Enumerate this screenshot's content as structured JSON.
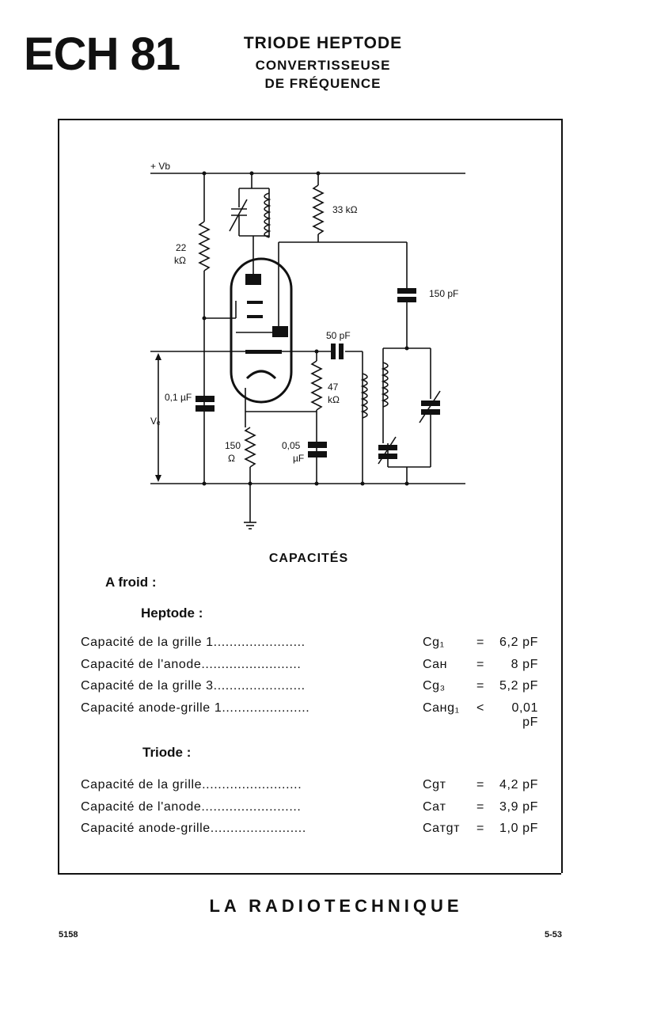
{
  "header": {
    "tube_code": "ECH 81",
    "title_line1": "TRIODE HEPTODE",
    "title_line2": "CONVERTISSEUSE",
    "title_line3": "DE FRÉQUENCE"
  },
  "schematic": {
    "supply_label": "+ Vb",
    "r1_value": "33 kΩ",
    "r2_value_line1": "22",
    "r2_value_line2": "kΩ",
    "c1_value": "150 pF",
    "c2_value": "50 pF",
    "c3_value": "0,1 µF",
    "r3_value_line1": "47",
    "r3_value_line2": "kΩ",
    "r4_value_line1": "150",
    "r4_value_line2": "Ω",
    "c4_value_line1": "0,05",
    "c4_value_line2": "µF",
    "voltage_label": "Vₑ"
  },
  "capacities": {
    "section_title": "CAPACITÉS",
    "cold_label": "A froid :",
    "heptode": {
      "title": "Heptode :",
      "rows": [
        {
          "label": "Capacité de la grille 1.......................",
          "symbol": "Cg₁",
          "op": "=",
          "value": "6,2 pF"
        },
        {
          "label": "Capacité de l'anode.........................",
          "symbol": "Caʜ",
          "op": "=",
          "value": "8 pF"
        },
        {
          "label": "Capacité de la grille 3.......................",
          "symbol": "Cg₃",
          "op": "=",
          "value": "5,2 pF"
        },
        {
          "label": "Capacité anode-grille 1......................",
          "symbol": "Caʜg₁",
          "op": "<",
          "value": "0,01 pF"
        }
      ]
    },
    "triode": {
      "title": "Triode :",
      "rows": [
        {
          "label": "Capacité de la grille.........................",
          "symbol": "Cgᴛ",
          "op": "=",
          "value": "4,2 pF"
        },
        {
          "label": "Capacité de l'anode.........................",
          "symbol": "Caᴛ",
          "op": "=",
          "value": "3,9 pF"
        },
        {
          "label": "Capacité anode-grille........................",
          "symbol": "Caᴛgᴛ",
          "op": "=",
          "value": "1,0 pF"
        }
      ]
    }
  },
  "footer": {
    "brand": "LA RADIOTECHNIQUE",
    "code_left": "5158",
    "code_right": "5-53"
  }
}
